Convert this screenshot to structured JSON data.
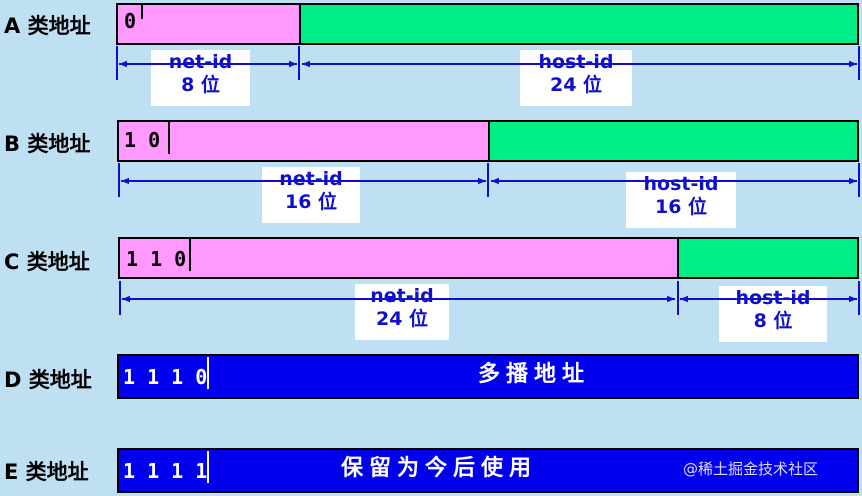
{
  "classes": {
    "a": {
      "label": "A 类地址",
      "prefix": "0",
      "net": {
        "name": "net-id",
        "bits": "8 位"
      },
      "host": {
        "name": "host-id",
        "bits": "24 位"
      }
    },
    "b": {
      "label": "B 类地址",
      "prefix": "1 0",
      "net": {
        "name": "net-id",
        "bits": "16 位"
      },
      "host": {
        "name": "host-id",
        "bits": "16 位"
      }
    },
    "c": {
      "label": "C 类地址",
      "prefix": "1 1 0",
      "net": {
        "name": "net-id",
        "bits": "24 位"
      },
      "host": {
        "name": "host-id",
        "bits": "8 位"
      }
    },
    "d": {
      "label": "D 类地址",
      "prefix": "1 1 1 0",
      "text": "多播地址"
    },
    "e": {
      "label": "E 类地址",
      "prefix": "1 1 1 1",
      "text": "保留为今后使用"
    }
  },
  "watermark": "@稀土掘金技术社区",
  "colors": {
    "net": "#ff99ff",
    "host": "#00ee88",
    "reserved": "#0000ee",
    "label_text": "#1010cc",
    "background": "#bfe0f2"
  }
}
